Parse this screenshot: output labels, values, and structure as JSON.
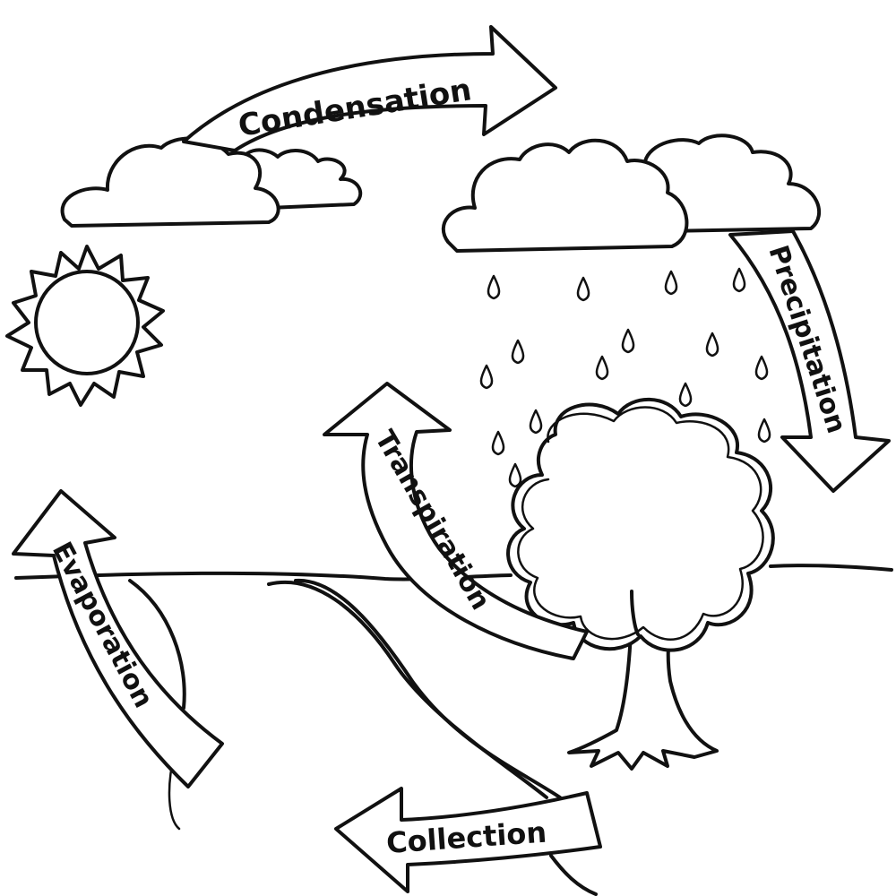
{
  "labels": {
    "condensation": "Condensation",
    "precipitation": "Precipitation",
    "transpiration": "Transpiration",
    "evaporation": "Evaporation",
    "collection": "Collection"
  },
  "colors": {
    "ink": "#111111",
    "paper": "#ffffff"
  },
  "icons": {
    "sun": "sun-icon",
    "cloud": "cloud-icon",
    "rain": "raindrop-icon",
    "tree": "tree-icon",
    "river": "river-icon"
  }
}
